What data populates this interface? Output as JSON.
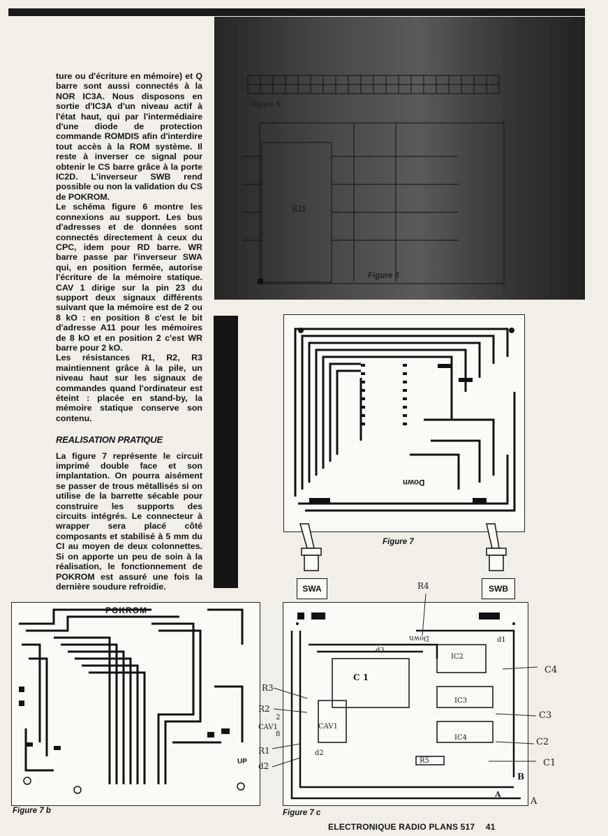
{
  "text": {
    "p1": "ture ou d'écriture en mémoire) et Q barre sont aussi connectés à la NOR IC3A. Nous disposons en sortie d'IC3A d'un niveau actif à l'état haut, qui par l'intermédiaire d'une diode de protection commande ROMDIS afin d'interdire tout accès à la ROM système. Il reste à inverser ce signal pour obtenir le CS barre grâce à la porte IC2D. L'inverseur SWB rend possible ou non la validation du CS de POKROM.",
    "p2_pre": "Le schéma ",
    "p2_fig": "figure 6",
    "p2_post": " montre les connexions au support. Les bus d'adresses et de données sont connectés directement à ceux du CPC, idem pour RD barre. WR barre passe par l'inverseur SWA qui, en position fermée, autorise l'écriture de la mémoire statique. CAV 1 dirige sur la pin 23 du support deux signaux différents suivant que la mémoire est de 2 ou 8 kO : en position 8 c'est le bit d'adresse A11 pour les mémoires de 8 kO et en position 2 c'est WR barre pour 2 kO.",
    "p3": "Les résistances R1, R2, R3 maintiennent grâce à la pile, un niveau haut sur les signaux de commandes quand l'ordinateur est éteint : placée en stand-by, la mémoire statique conserve son contenu.",
    "heading": "REALISATION PRATIQUE",
    "p4_pre": "La ",
    "p4_fig": "figure 7",
    "p4_post": " représente le circuit imprimé double face et son implantation. On pourra aisément se passer de trous métallisés si on utilise de la barrette sécable pour construire les supports des circuits intégrés. Le connecteur à wrapper sera placé côté composants et stabilisé à 5 mm du CI au moyen de deux colonnettes. Si on apporte un peu de soin à la réalisation, le fonctionnement de POKROM est assuré une fois la dernière soudure refroidie."
  },
  "figures": {
    "fig5": "Figure 5",
    "fig6": "Figure 6",
    "fig6_chip": "E11",
    "fig7": "Figure 7",
    "fig7_down": "Down",
    "fig7b": "Figure 7 b",
    "fig7b_title": "POKROM",
    "fig7b_up": "UP",
    "fig7c": "Figure 7 c",
    "fig7c_down": "Down",
    "swa": "SWA",
    "swb": "SWB",
    "components": {
      "c1": "C1",
      "c2": "C2",
      "c3": "C3",
      "c4": "C4",
      "r1": "R1",
      "r2": "R2",
      "r3": "R3",
      "r4": "R4",
      "r5": "R5",
      "d1": "d1",
      "d2": "d2",
      "d3": "d3",
      "cav1": "CAV1",
      "pos2": "2",
      "pos8": "8",
      "ic1": "C 1",
      "ic2": "IC2",
      "ic3": "IC3",
      "ic4": "IC4",
      "edge_a": "A",
      "edge_b": "B"
    }
  },
  "footer": {
    "journal": "ELECTRONIQUE RADIO PLANS 517",
    "page": "41"
  }
}
